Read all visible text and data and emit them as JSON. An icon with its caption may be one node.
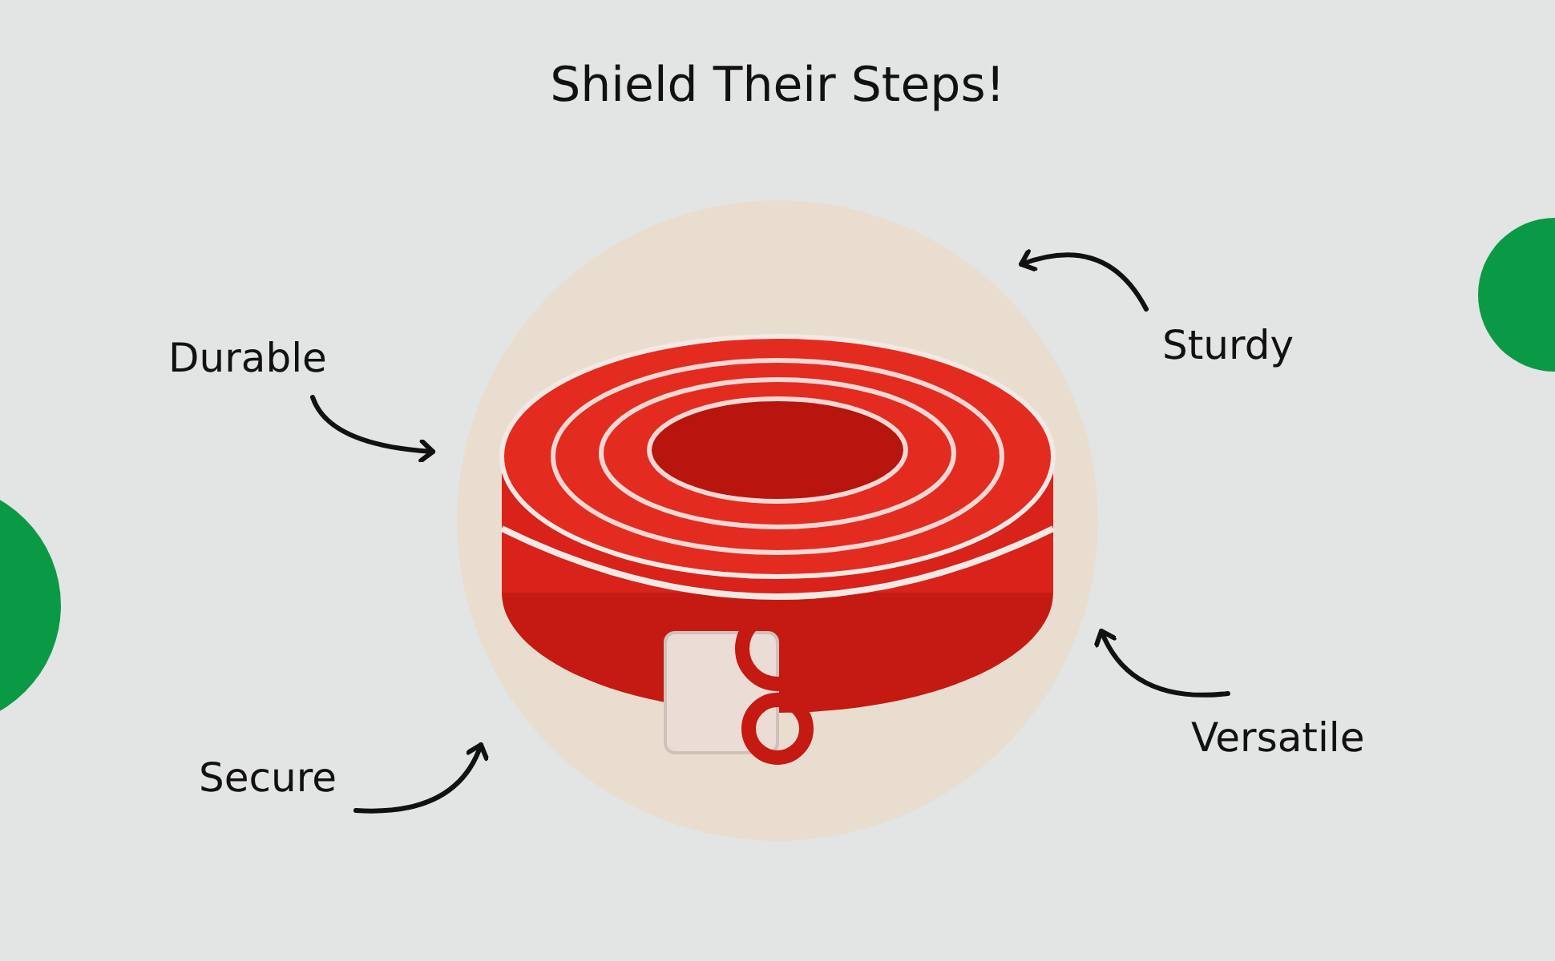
{
  "diagram": {
    "title": "Shield Their Steps!",
    "nodes": [
      {
        "text": [],
        "shape": "picture"
      },
      {
        "text": [
          "Durable"
        ]
      },
      {
        "text": [
          "Sturdy"
        ]
      },
      {
        "text": [
          "Secure"
        ]
      },
      {
        "text": [
          "Versatile"
        ]
      }
    ],
    "edges": [
      {
        "from": 1,
        "to": 0,
        "arrow": "to"
      },
      {
        "from": 2,
        "to": 0,
        "arrow": "to"
      },
      {
        "from": 3,
        "to": 0,
        "arrow": "to"
      },
      {
        "from": 4,
        "to": 0,
        "arrow": "to"
      }
    ]
  }
}
